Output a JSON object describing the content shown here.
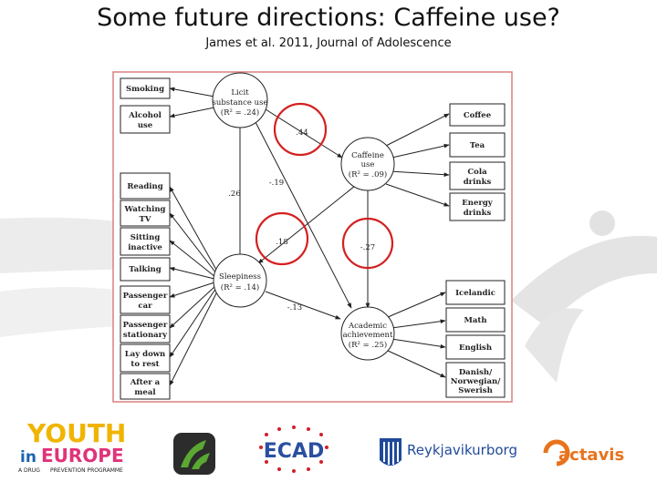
{
  "slide": {
    "title": "Some future directions: Caffeine use?",
    "subtitle": "James et al. 2011, Journal of Adolescence"
  },
  "diagram": {
    "left_boxes": {
      "smoking": "Smoking",
      "alcohol_1": "Alcohol",
      "alcohol_2": "use",
      "reading": "Reading",
      "watching_1": "Watching",
      "watching_2": "TV",
      "sitting_1": "Sitting",
      "sitting_2": "inactive",
      "talking": "Talking",
      "passenger_car_1": "Passenger",
      "passenger_car_2": "car",
      "passenger_stat_1": "Passenger",
      "passenger_stat_2": "stationary",
      "laydown_1": "Lay down",
      "laydown_2": "to rest",
      "aftermeal_1": "After a",
      "aftermeal_2": "meal"
    },
    "right_boxes": {
      "coffee": "Coffee",
      "tea": "Tea",
      "cola_1": "Cola",
      "cola_2": "drinks",
      "energy_1": "Energy",
      "energy_2": "drinks",
      "icelandic": "Icelandic",
      "math": "Math",
      "english": "English",
      "scand_1": "Danish/",
      "scand_2": "Norwegian/",
      "scand_3": "Swerish"
    },
    "nodes": {
      "licit_1": "Licit",
      "licit_2": "substance use",
      "licit_3": "(R² = .24)",
      "caffeine_1": "Caffeine",
      "caffeine_2": "use",
      "caffeine_3": "(R² = .09)",
      "sleepiness_1": "Sleepiness",
      "sleepiness_2": "(R² = .14)",
      "academic_1": "Academic",
      "academic_2": "achievement",
      "academic_3": "(R² = .25)"
    },
    "coefficients": {
      "c44": ".44",
      "c26": ".26",
      "c19": "-.19",
      "c18": ".18",
      "c27": "-.27",
      "c13": "-.13"
    },
    "colors": {
      "highlight_circle": "#d42020",
      "frame": "#d98080",
      "lines": "#222222"
    }
  },
  "logos": {
    "youth_line1": "YOUTH",
    "youth_line2_a": "in",
    "youth_line2_b": "EUROPE",
    "youth_sub_a": "A DRUG",
    "youth_sub_b": "PREVENTION PROGRAMME",
    "ecad": "ECAD",
    "reykjavik": "Reykjavikurborg",
    "actavis": "actavis",
    "colors": {
      "youth_yellow": "#f0b400",
      "youth_green": "#5aa832",
      "youth_pink": "#e0337a",
      "youth_blue": "#1a63b0",
      "ecad_blue": "#2a4fa0",
      "ecad_red": "#d0202a",
      "reykjavik_blue": "#1f4a9a",
      "actavis_orange": "#e8731c"
    }
  }
}
